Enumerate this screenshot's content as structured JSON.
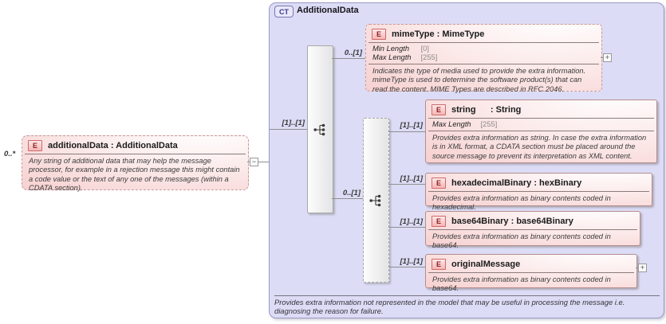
{
  "root_element": {
    "cardinality": "0..*",
    "badge": "E",
    "title": "additionalData : AdditionalData",
    "description": "Any string of additional data that may help the message processor, for example in a rejection message this might contain a code value or the text of any one of the messages (within a CDATA section).",
    "collapse_glyph": "−"
  },
  "complex_type": {
    "badge": "CT",
    "title": "AdditionalData",
    "footer": "Provides extra information not represented in the model that may be useful in processing the message i.e. diagnosing the reason for failure."
  },
  "connectors": {
    "root_to_sequence": "[1]..[1]",
    "sequence_to_mimetype": "0..[1]",
    "sequence_to_choice": "0..[1]",
    "choice_to_string": "[1]..[1]",
    "choice_to_hexadecimal": "[1]..[1]",
    "choice_to_base64": "[1]..[1]",
    "choice_to_original": "[1]..[1]"
  },
  "elements": {
    "mimetype": {
      "badge": "E",
      "title": "mimeType : MimeType",
      "facets": [
        {
          "name": "Min Length",
          "value": "[0]"
        },
        {
          "name": "Max Length",
          "value": "[255]"
        }
      ],
      "description": "Indicates the type of media used to provide the extra information. mimeType is used to determine the software product(s) that can read the content. MIME Types are described in RFC 2046.",
      "expand_glyph": "+"
    },
    "string": {
      "badge": "E",
      "title": "string      : String",
      "facets": [
        {
          "name": "Max Length",
          "value": "[255]"
        }
      ],
      "description": "Provides extra information as string. In case the extra information is in XML format, a CDATA section must be placed around the source message to prevent its interpretation as XML content."
    },
    "hexadecimal_binary": {
      "badge": "E",
      "title": "hexadecimalBinary : hexBinary",
      "description": "Provides extra information as binary contents coded in hexadecimal."
    },
    "base64_binary": {
      "badge": "E",
      "title": "base64Binary : base64Binary",
      "description": "Provides extra information as binary contents coded in base64."
    },
    "original_message": {
      "badge": "E",
      "title": "originalMessage",
      "description": "Provides extra information as binary contents coded in base64.",
      "expand_glyph": "+"
    }
  },
  "colors": {
    "container_fill": "#dcdcf6",
    "container_border": "#9a9ac6",
    "node_fill_bottom": "#f5c9c9",
    "node_border_dashed": "#c59a9a",
    "node_border_solid": "#b58d8d",
    "badge_element_border": "#cf6a6a",
    "badge_element_text": "#8d1f1f",
    "badge_ct_text": "#3a3a8c",
    "connector": "#8f8f8f"
  }
}
